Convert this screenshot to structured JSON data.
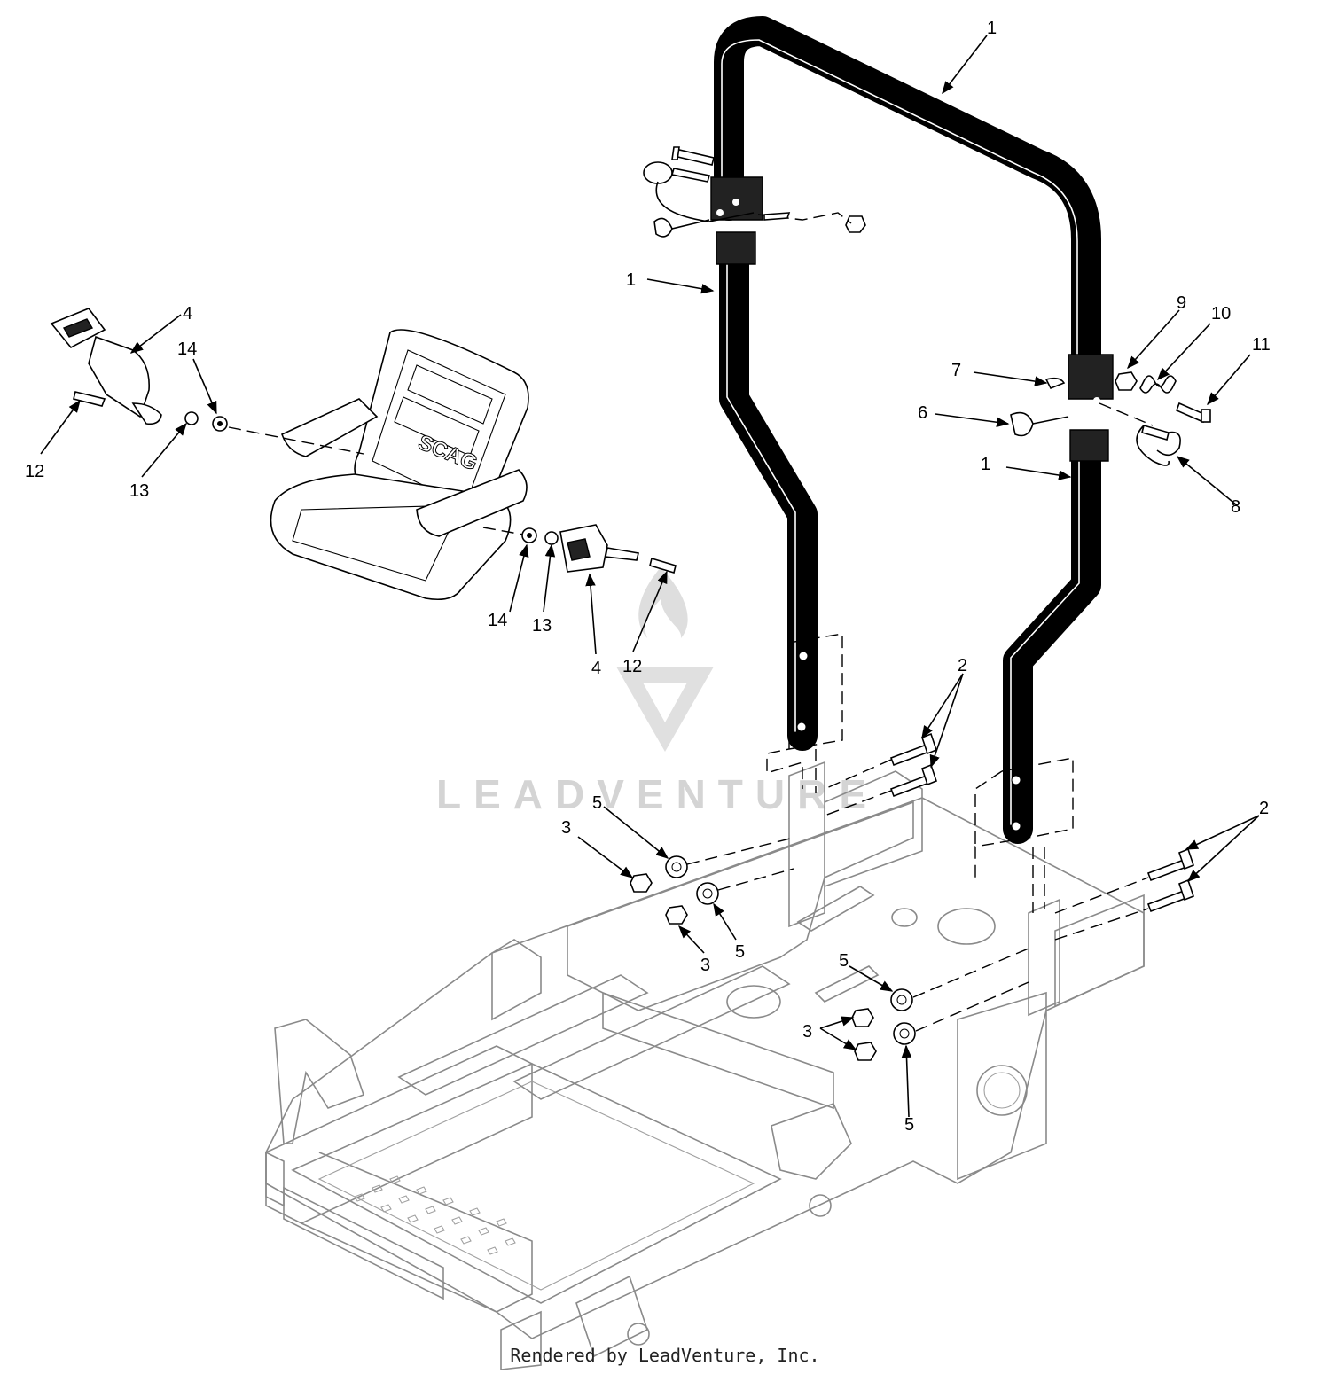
{
  "watermark": {
    "text": "LEADVENTURE"
  },
  "footer": {
    "credit": "Rendered by LeadVenture, Inc."
  },
  "seat": {
    "brand": "SCAG"
  },
  "callouts": [
    {
      "id": "c1a",
      "label": "1"
    },
    {
      "id": "c1b",
      "label": "1"
    },
    {
      "id": "c1c",
      "label": "1"
    },
    {
      "id": "c2a",
      "label": "2"
    },
    {
      "id": "c2b",
      "label": "2"
    },
    {
      "id": "c3a",
      "label": "3"
    },
    {
      "id": "c3b",
      "label": "3"
    },
    {
      "id": "c3c",
      "label": "3"
    },
    {
      "id": "c4a",
      "label": "4"
    },
    {
      "id": "c4b",
      "label": "4"
    },
    {
      "id": "c5a",
      "label": "5"
    },
    {
      "id": "c5b",
      "label": "5"
    },
    {
      "id": "c5c",
      "label": "5"
    },
    {
      "id": "c5d",
      "label": "5"
    },
    {
      "id": "c6",
      "label": "6"
    },
    {
      "id": "c7",
      "label": "7"
    },
    {
      "id": "c8",
      "label": "8"
    },
    {
      "id": "c9",
      "label": "9"
    },
    {
      "id": "c10",
      "label": "10"
    },
    {
      "id": "c11",
      "label": "11"
    },
    {
      "id": "c12a",
      "label": "12"
    },
    {
      "id": "c12b",
      "label": "12"
    },
    {
      "id": "c13a",
      "label": "13"
    },
    {
      "id": "c13b",
      "label": "13"
    },
    {
      "id": "c14a",
      "label": "14"
    },
    {
      "id": "c14b",
      "label": "14"
    }
  ]
}
